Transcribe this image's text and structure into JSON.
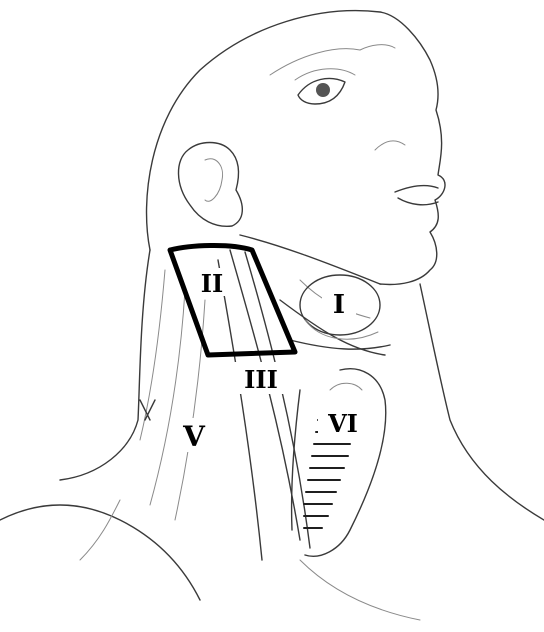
{
  "labels": {
    "level_I": "I",
    "level_II": "II",
    "level_III": "III",
    "level_V": "V",
    "level_VI": "VI"
  },
  "colors": {
    "outline": "#000000",
    "sketch": "#3a3a3a",
    "background": "#ffffff"
  }
}
